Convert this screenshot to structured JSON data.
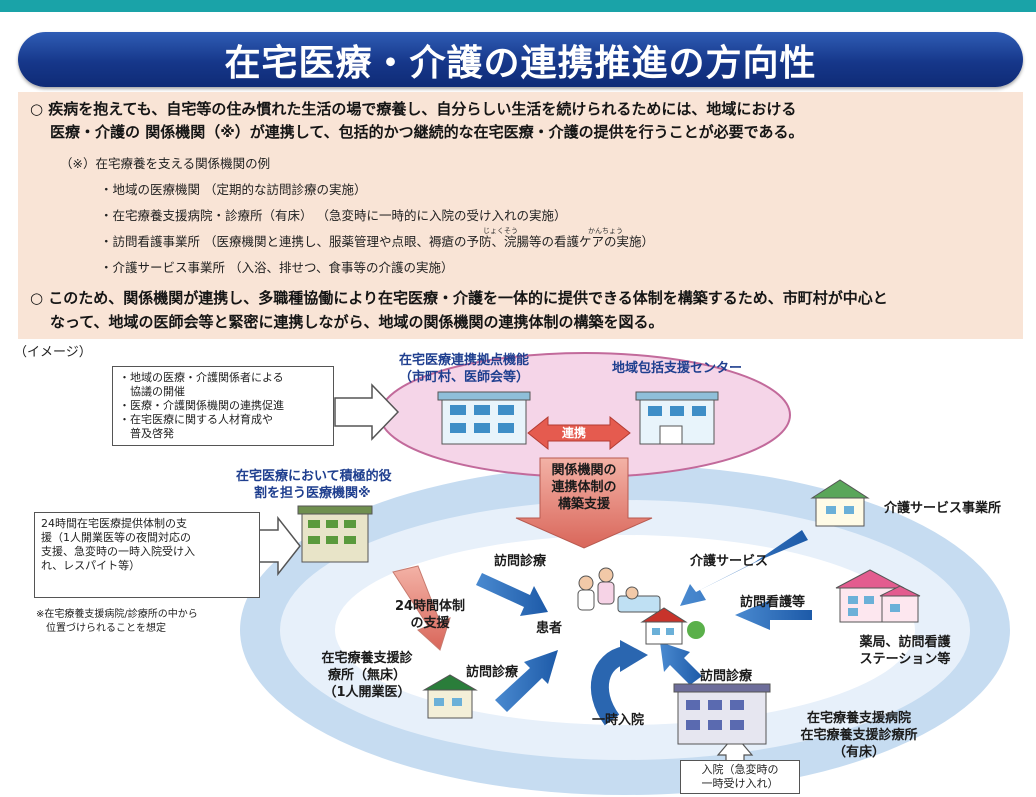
{
  "title": "在宅医療・介護の連携推進の方向性",
  "intro": {
    "bullet1_line1": "○ 疾病を抱えても、自宅等の住み慣れた生活の場で療養し、自分らしい生活を続けられるためには、地域における",
    "bullet1_line2": "医療・介護の 関係機関（※）が連携して、包括的かつ継続的な在宅医療・介護の提供を行うことが必要である。",
    "note_heading": "（※）在宅療養を支える関係機関の例",
    "examples": [
      "・地域の医療機関 （定期的な訪問診療の実施）",
      "・在宅療養支援病院・診療所（有床） （急変時に一時的に入院の受け入れの実施）",
      "・訪問看護事業所 （医療機関と連携し、服薬管理や点眼、褥瘡の予防、浣腸等の看護ケアの実施）",
      "・介護サービス事業所 （入浴、排せつ、食事等の介護の実施）"
    ],
    "ruby_jokuso": "じょくそう",
    "ruby_kancho": "かんちょう",
    "bullet2_line1": "○ このため、関係機関が連携し、多職種協働により在宅医療・介護を一体的に提供できる体制を構築するため、市町村が中心と",
    "bullet2_line2": "なって、地域の医師会等と緊密に連携しながら、地域の関係機関の連携体制の構築を図る。"
  },
  "diagram": {
    "image_label": "（イメージ）",
    "top_left_box": [
      "・地域の医療・介護関係者による",
      "　協議の開催",
      "・医療・介護関係機関の連携促進",
      "・在宅医療に関する人材育成や",
      "　普及啓発"
    ],
    "hub_label": [
      "在宅医療連携拠点機能",
      "（市町村、医師会等）"
    ],
    "center_label": "地域包括支援センター",
    "renkei": "連携",
    "support_arrow": [
      "関係機関の",
      "連携体制の",
      "構築支援"
    ],
    "med_inst_label": [
      "在宅医療において積極的役",
      "割を担う医療機関※"
    ],
    "left_box": [
      "24時間在宅医療提供体制の支",
      "援（1人開業医等の夜間対応の",
      "支援、急変時の一時入院受け入",
      "れ、レスパイト等）"
    ],
    "left_note": [
      "※在宅療養支援病院/診療所の中から",
      "　位置づけられることを想定"
    ],
    "care_office": "介護サービス事業所",
    "houmon_shinryo_1": "訪問診療",
    "kaigo_service": "介護サービス",
    "houmon_kango": "訪問看護等",
    "patient": "患者",
    "tai24": [
      "24時間体制",
      "の支援"
    ],
    "clinic_label": [
      "在宅療養支援診",
      "療所（無床）",
      "（1人開業医）"
    ],
    "houmon_shinryo_2": "訪問診療",
    "houmon_shinryo_3": "訪問診療",
    "ichiji_nyuin": "一時入院",
    "pharmacy_label": [
      "薬局、訪問看護",
      "ステーション等"
    ],
    "hospital_label": [
      "在宅療養支援病院",
      "在宅療養支援診療所",
      "（有床）"
    ],
    "bottom_box": [
      "入院（急変時の",
      "一時受け入れ）"
    ]
  },
  "colors": {
    "banner": "#16378a",
    "intro_bg": "#f9e4d6",
    "blue_arrow": "#2a66b0",
    "pink_arrow": "#e07a6c",
    "ring": "#bcd7ef",
    "hub_ellipse": "#f3cfe4"
  }
}
